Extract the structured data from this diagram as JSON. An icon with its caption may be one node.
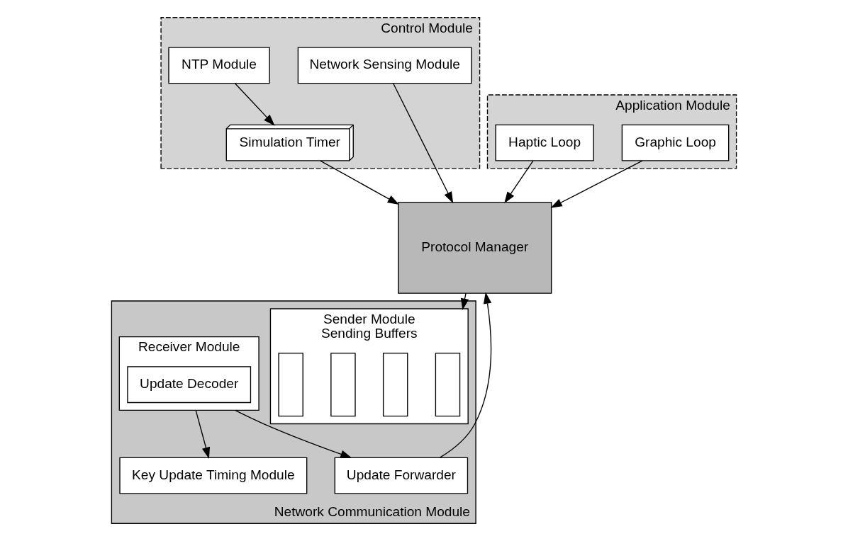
{
  "diagram": {
    "nodes": [
      {
        "text": [
          "Control Module"
        ]
      },
      {
        "text": [
          "Simulation Timer"
        ],
        "in": 0
      },
      {
        "text": [
          "NTP Module"
        ],
        "in": 0
      },
      {
        "text": [
          "Network Sensing Module"
        ],
        "in": 0
      },
      {
        "text": [
          "Protocol Manager"
        ]
      },
      {
        "text": [
          "Application Module"
        ]
      },
      {
        "text": [
          "Graphic Loop"
        ],
        "in": 5
      },
      {
        "text": [
          "Haptic Loop"
        ],
        "in": 5
      },
      {
        "text": [
          "Network Communication Module"
        ]
      },
      {
        "text": [
          "Sender Module",
          "Sending Buffers"
        ],
        "in": 8
      },
      {
        "text": [],
        "shape": "box",
        "in": 9
      },
      {
        "text": [],
        "shape": "box",
        "in": 9
      },
      {
        "text": [],
        "shape": "box",
        "in": 9
      },
      {
        "text": [],
        "shape": "box",
        "in": 9
      },
      {
        "text": [
          "Receiver Module"
        ],
        "in": 8
      },
      {
        "text": [
          "Update Decoder"
        ],
        "in": 14
      },
      {
        "text": [
          "Update Forwarder"
        ],
        "in": 8
      },
      {
        "text": [
          "Key Update Timing Module"
        ],
        "in": 8
      }
    ],
    "edges": [
      {
        "from": 1,
        "to": 4,
        "arrow": "to"
      },
      {
        "from": 2,
        "to": 1,
        "arrow": "to"
      },
      {
        "from": 3,
        "to": 4,
        "arrow": "to"
      },
      {
        "from": 6,
        "to": 4,
        "arrow": "to"
      },
      {
        "from": 7,
        "to": 4,
        "arrow": "to"
      },
      {
        "from": 4,
        "to": 9,
        "arrow": "to"
      },
      {
        "from": 16,
        "to": 4,
        "arrow": "to"
      },
      {
        "from": 14,
        "to": 16,
        "arrow": "to"
      },
      {
        "from": 14,
        "to": 17,
        "arrow": "to"
      }
    ]
  }
}
